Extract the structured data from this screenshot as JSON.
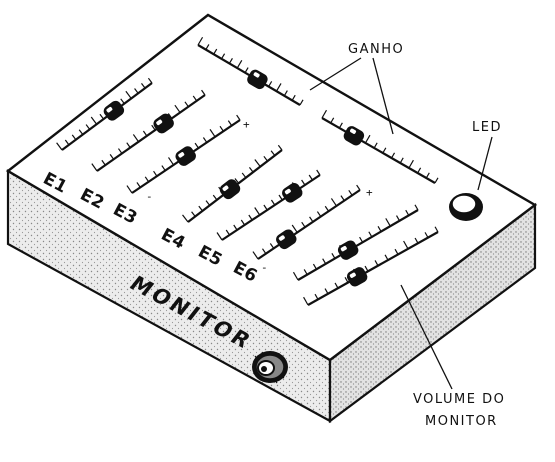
{
  "labels": {
    "ganho": "GANHO",
    "led": "LED",
    "volume_line1": "VOLUME DO",
    "volume_line2": "MONITOR",
    "panel_brand": "MONITOR"
  },
  "channels": [
    "E1",
    "E2",
    "E3",
    "E4",
    "E5",
    "E6"
  ],
  "polarity": {
    "plus": "+",
    "minus": "-"
  },
  "colors": {
    "ink": "#111111",
    "paper": "#ffffff",
    "side": "#dedede",
    "front": "#cfcfcf"
  }
}
